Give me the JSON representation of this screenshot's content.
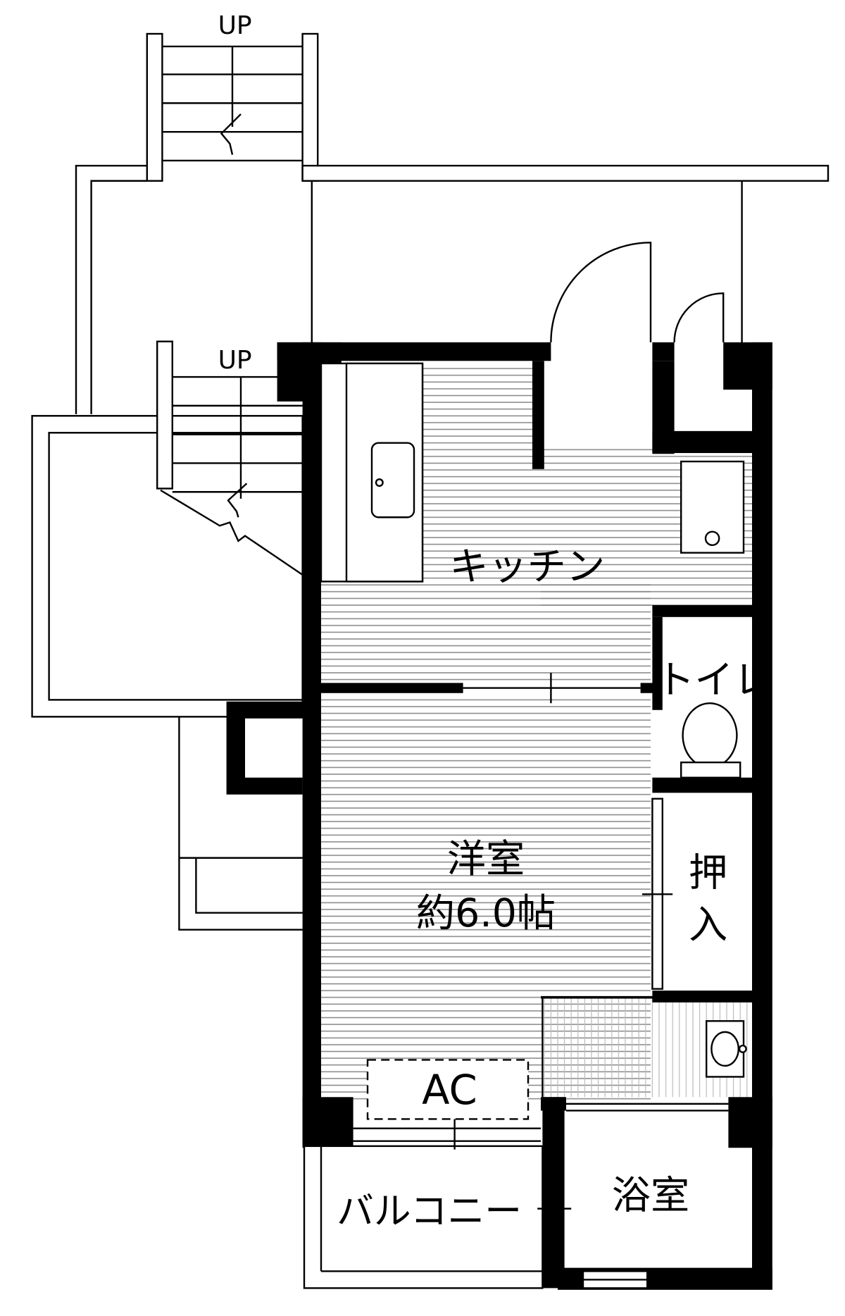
{
  "labels": {
    "stair_upper": "UP",
    "stair_lower": "UP",
    "kitchen": "キッチン",
    "toilet": "トイレ",
    "western_room_name": "洋室",
    "western_room_size": "約6.0帖",
    "closet_line1": "押",
    "closet_line2": "入",
    "ac": "AC",
    "balcony": "バルコニー",
    "bathroom": "浴室"
  }
}
